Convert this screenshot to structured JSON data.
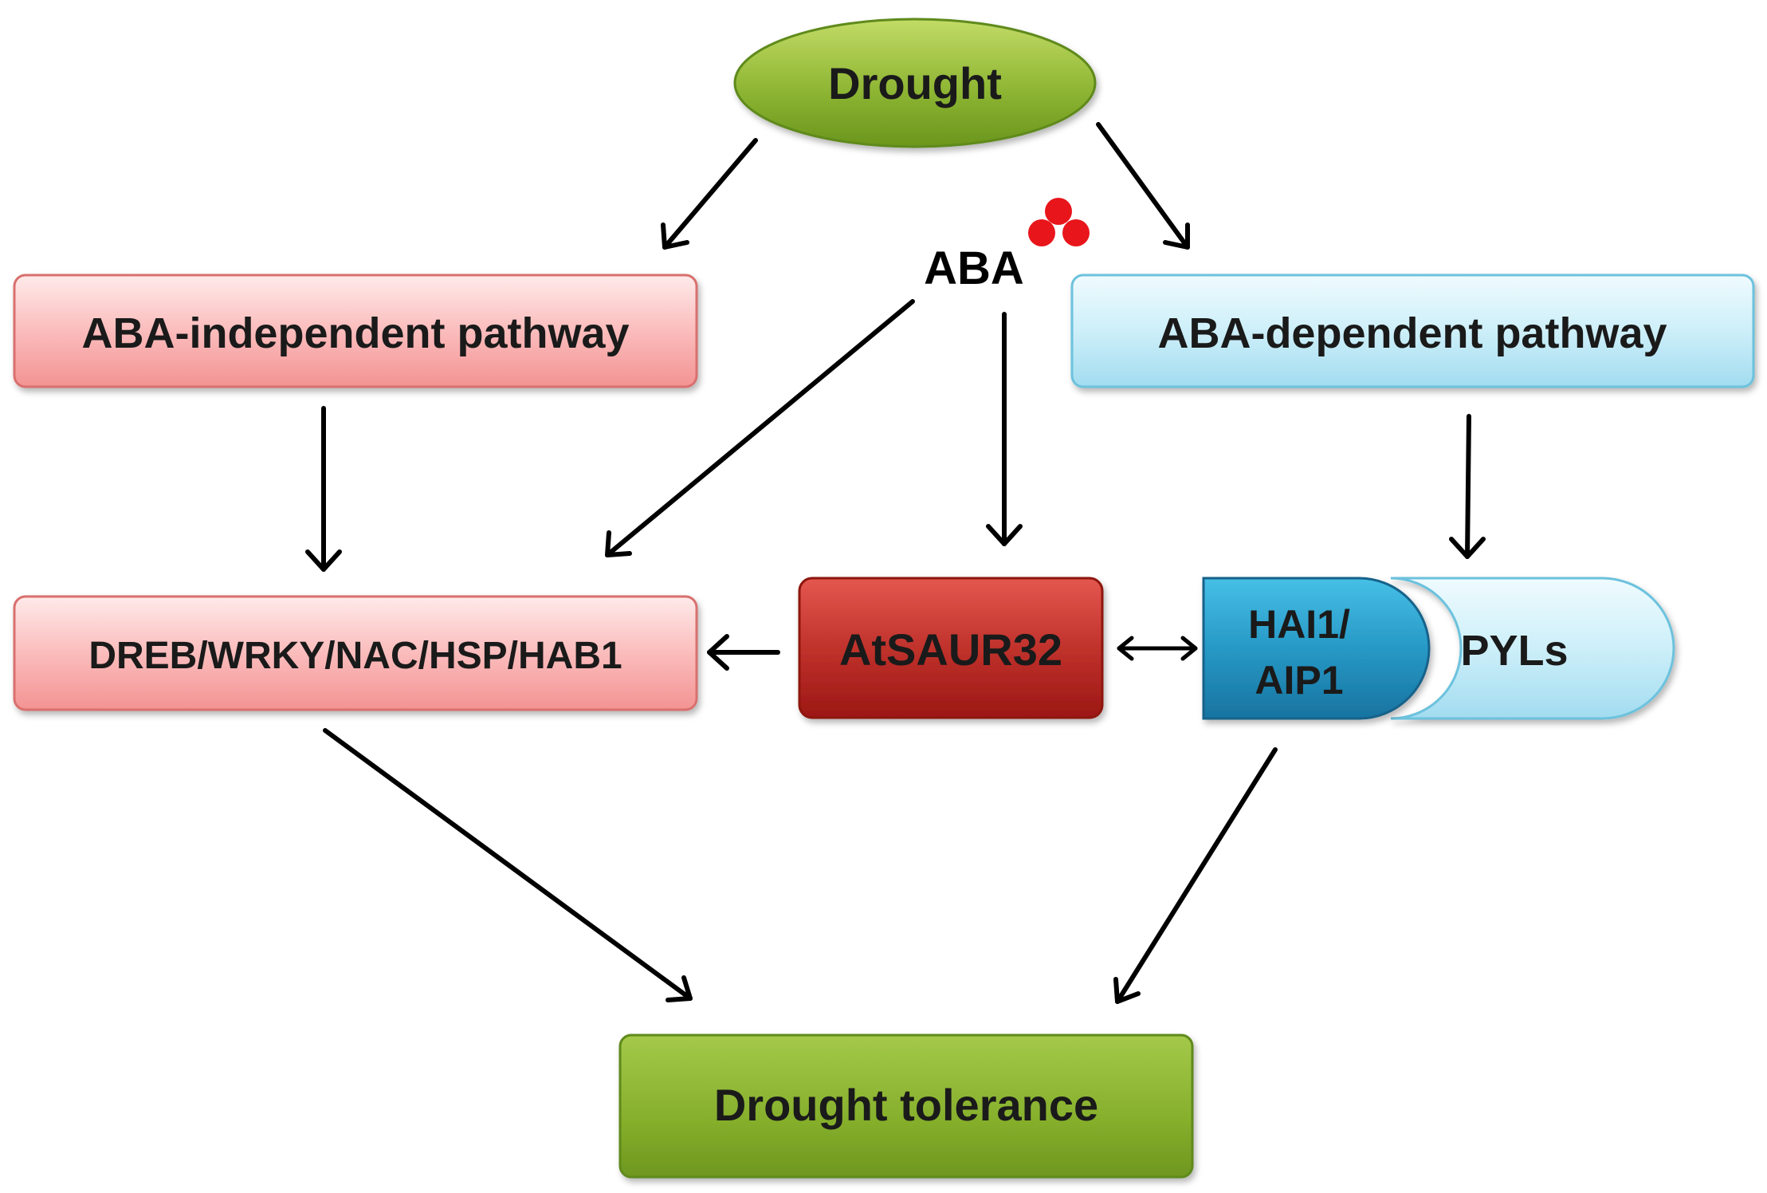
{
  "nodes": {
    "drought": "Drought",
    "aba": "ABA",
    "aba_independent": "ABA-independent pathway",
    "aba_dependent": "ABA-dependent pathway",
    "tf_list": "DREB/WRKY/NAC/HSP/HAB1",
    "atsaur32": "AtSAUR32",
    "hai1_line1": "HAI1/",
    "hai1_line2": "AIP1",
    "pyls": "PYLs",
    "drought_tolerance": "Drought tolerance"
  },
  "colors": {
    "green_top": "#b5d152",
    "green_bottom": "#6d9a1e",
    "green_stroke": "#5a7d18",
    "pink_top": "#fde2e2",
    "pink_bottom": "#f59b9b",
    "pink_stroke": "#d76a6a",
    "blue_light_top": "#e8f8fd",
    "blue_light_bottom": "#a8e0f3",
    "blue_light_stroke": "#6ec3de",
    "red_top": "#e0524b",
    "red_bottom": "#a71b18",
    "teal_top": "#3bb6e0",
    "teal_bottom": "#1a7aa6",
    "aba_dots": "#e8151b",
    "arrow": "#000000"
  },
  "arrows": [
    {
      "name": "arrow-drought-to-independent"
    },
    {
      "name": "arrow-drought-to-dependent"
    },
    {
      "name": "arrow-independent-to-tf"
    },
    {
      "name": "arrow-aba-to-tf"
    },
    {
      "name": "arrow-aba-to-atsaur32"
    },
    {
      "name": "arrow-dependent-to-pyls"
    },
    {
      "name": "arrow-atsaur32-to-tf"
    },
    {
      "name": "arrow-atsaur32-hai1-bidirectional"
    },
    {
      "name": "arrow-tf-to-tolerance"
    },
    {
      "name": "arrow-hai1-to-tolerance"
    }
  ]
}
